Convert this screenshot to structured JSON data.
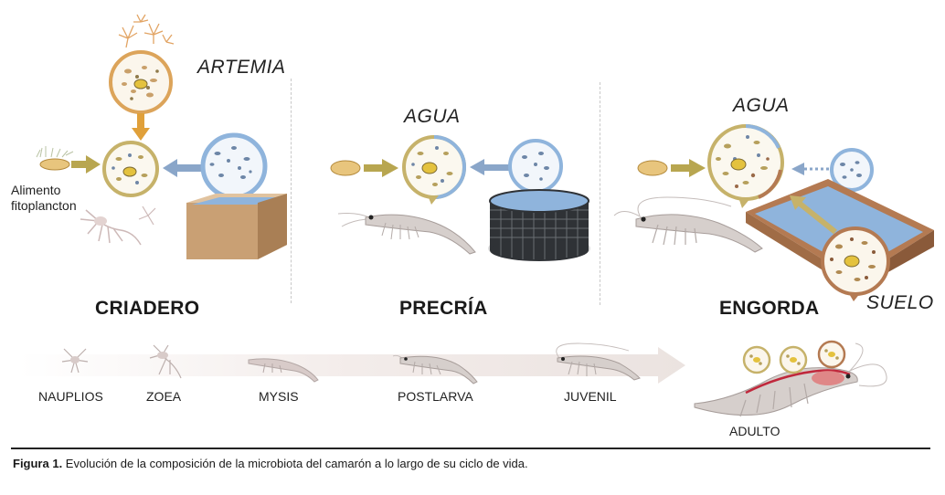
{
  "stages": {
    "hatchery": "CRIADERO",
    "nursery": "PRECRÍA",
    "growout": "ENGORDA"
  },
  "inputs": {
    "artemia": "ARTEMIA",
    "water_nursery": "AGUA",
    "water_growout": "AGUA",
    "soil": "SUELO",
    "feed": "Alimento fitoplancton"
  },
  "life_stages": [
    "NAUPLIOS",
    "ZOEA",
    "MYSIS",
    "POSTLARVA",
    "JUVENIL",
    "ADULTO"
  ],
  "caption": {
    "prefix": "Figura 1.",
    "text": " Evolución de la composición de la microbiota del camarón a lo largo de su ciclo de vida."
  },
  "colors": {
    "gold_arrow": "#b8a650",
    "blue_arrow": "#8aa6c9",
    "orange_arrow": "#e0a03a",
    "tank_blue": "#8fb4dc",
    "box_tan": "#c9a074",
    "shrimp": "#d6cfcc"
  }
}
